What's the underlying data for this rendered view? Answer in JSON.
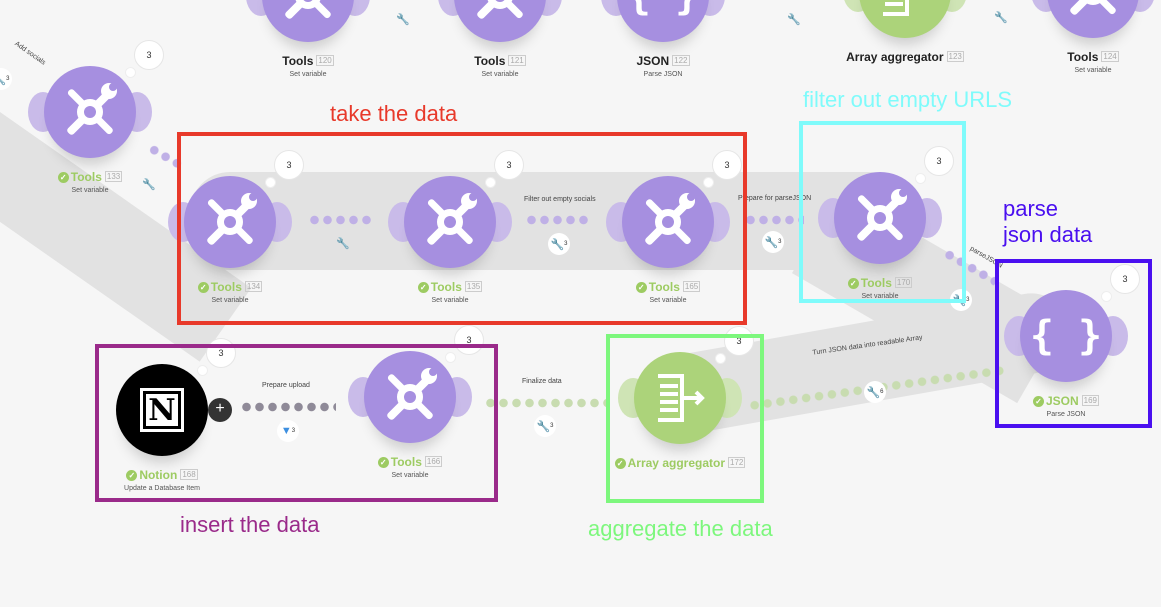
{
  "nodes": [
    {
      "key": "t120",
      "name": "Tools",
      "id": "120",
      "subtitle": "Set variable",
      "type": "tools",
      "ok": false
    },
    {
      "key": "t121",
      "name": "Tools",
      "id": "121",
      "subtitle": "Set variable",
      "type": "tools",
      "ok": false
    },
    {
      "key": "j122",
      "name": "JSON",
      "id": "122",
      "subtitle": "Parse JSON",
      "type": "json",
      "ok": false
    },
    {
      "key": "a123",
      "name": "Array aggregator",
      "id": "123",
      "subtitle": "",
      "type": "agg",
      "ok": false
    },
    {
      "key": "t124",
      "name": "Tools",
      "id": "124",
      "subtitle": "Set variable",
      "type": "tools",
      "ok": false
    },
    {
      "key": "t133",
      "name": "Tools",
      "id": "133",
      "subtitle": "Set variable",
      "type": "tools",
      "ok": true,
      "bubble": "3"
    },
    {
      "key": "t134",
      "name": "Tools",
      "id": "134",
      "subtitle": "Set variable",
      "type": "tools",
      "ok": true,
      "bubble": "3"
    },
    {
      "key": "t135",
      "name": "Tools",
      "id": "135",
      "subtitle": "Set variable",
      "type": "tools",
      "ok": true,
      "bubble": "3"
    },
    {
      "key": "t165",
      "name": "Tools",
      "id": "165",
      "subtitle": "Set variable",
      "type": "tools",
      "ok": true,
      "bubble": "3"
    },
    {
      "key": "t170",
      "name": "Tools",
      "id": "170",
      "subtitle": "Set variable",
      "type": "tools",
      "ok": true,
      "bubble": "3"
    },
    {
      "key": "j169",
      "name": "JSON",
      "id": "169",
      "subtitle": "Parse JSON",
      "type": "json",
      "ok": true,
      "bubble": "3"
    },
    {
      "key": "a172",
      "name": "Array aggregator",
      "id": "172",
      "subtitle": "",
      "type": "agg",
      "ok": true,
      "bubble": "3"
    },
    {
      "key": "t166",
      "name": "Tools",
      "id": "166",
      "subtitle": "Set variable",
      "type": "tools",
      "ok": true,
      "bubble": "3"
    },
    {
      "key": "n168",
      "name": "Notion",
      "id": "168",
      "subtitle": "Update a Database Item",
      "type": "notion",
      "ok": true,
      "bubble": "3"
    }
  ],
  "routes": {
    "add_socials": "Add socials",
    "filter_socials": "Filter out empty socials",
    "prepare_parse": "Prepare for parseJSON",
    "parse_json": "parseJSON",
    "turn_json": "Turn JSON data into readable Array",
    "finalize": "Finalize data",
    "prepare_upload": "Prepare upload"
  },
  "counts": {
    "filter_socials": "3",
    "prepare_parse": "3",
    "parse_json": "3",
    "turn_json": "6",
    "finalize": "3",
    "prepare_upload": "3",
    "add_socials": "3"
  },
  "annotations": {
    "take": {
      "text": "take the data",
      "color": "#e8392a"
    },
    "filter": {
      "text": "filter out empty URLS",
      "color": "#7ffbfb"
    },
    "parse": {
      "text": "parse json data",
      "color": "#4a0ff0"
    },
    "insert": {
      "text": "insert the data",
      "color": "#9a2a8a"
    },
    "aggregate": {
      "text": "aggregate the data",
      "color": "#7df77d"
    }
  }
}
